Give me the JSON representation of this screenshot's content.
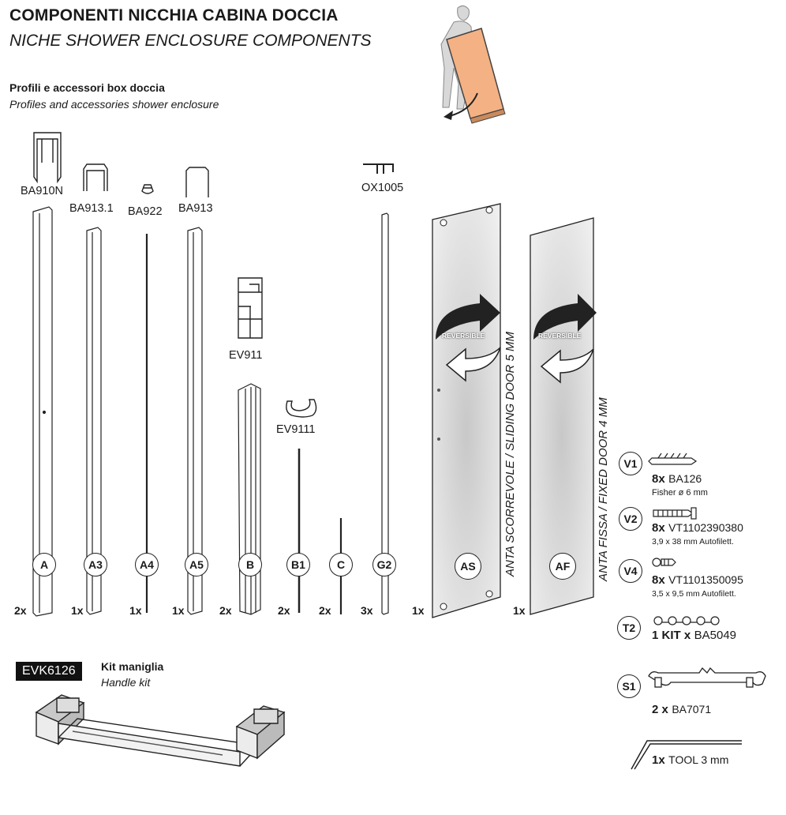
{
  "header": {
    "title": "COMPONENTI NICCHIA CABINA DOCCIA",
    "subtitle": "NICHE SHOWER ENCLOSURE COMPONENTS",
    "section_title": "Profili e accessori box doccia",
    "section_subtitle": "Profiles and accessories shower enclosure"
  },
  "profile_codes": {
    "ba910n": "BA910N",
    "ba9131": "BA913.1",
    "ba922": "BA922",
    "ba913": "BA913",
    "ev911": "EV911",
    "ev9111": "EV9111",
    "ox1005": "OX1005"
  },
  "parts": [
    {
      "letter": "A",
      "qty": "2x"
    },
    {
      "letter": "A3",
      "qty": "1x"
    },
    {
      "letter": "A4",
      "qty": "1x"
    },
    {
      "letter": "A5",
      "qty": "1x"
    },
    {
      "letter": "B",
      "qty": "2x"
    },
    {
      "letter": "B1",
      "qty": "2x"
    },
    {
      "letter": "C",
      "qty": "2x"
    },
    {
      "letter": "G2",
      "qty": "3x"
    },
    {
      "letter": "AS",
      "qty": "1x"
    },
    {
      "letter": "AF",
      "qty": "1x"
    }
  ],
  "doors": {
    "sliding_label": "ANTA SCORREVOLE / SLIDING DOOR 5 MM",
    "fixed_label": "ANTA FISSA / FIXED DOOR 4 MM",
    "reversible": "REVERSIBLE"
  },
  "accessories": [
    {
      "id": "V1",
      "qty": "8x",
      "code": "BA126",
      "note": "Fisher ø 6 mm"
    },
    {
      "id": "V2",
      "qty": "8x",
      "code": "VT1102390380",
      "note": "3,9 x 38 mm Autofilett."
    },
    {
      "id": "V4",
      "qty": "8x",
      "code": "VT1101350095",
      "note": "3,5 x 9,5 mm Autofilett."
    },
    {
      "id": "T2",
      "qty": "1 KIT x",
      "code": "BA5049"
    },
    {
      "id": "S1",
      "qty": "2 x",
      "code": "BA7071"
    }
  ],
  "tool": {
    "qty": "1x",
    "label": "TOOL 3 mm"
  },
  "handle_kit": {
    "code": "EVK6126",
    "title": "Kit maniglia",
    "subtitle": "Handle kit"
  },
  "colors": {
    "ink": "#1a1a1a",
    "glass": "#d9d9d9",
    "wood": "#f4b183"
  }
}
